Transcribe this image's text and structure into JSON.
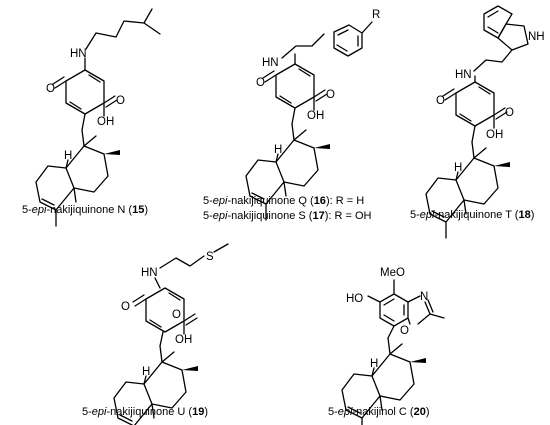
{
  "atoms": {
    "O": "O",
    "OH": "OH",
    "HN": "HN",
    "NH": "NH",
    "N": "N",
    "S": "S",
    "R": "R",
    "MeO": "MeO",
    "HO": "HO"
  },
  "compounds": [
    {
      "pre": "5-",
      "epi": "epi",
      "name": "-nakijiquinone N (",
      "num": "15",
      "post": ")"
    },
    {
      "pre": "5-",
      "epi": "epi",
      "name": "-nakijiquinone Q (",
      "num": "16",
      "post": "): R = H"
    },
    {
      "pre": "5-",
      "epi": "epi",
      "name": "-nakijiquinone S (",
      "num": "17",
      "post": "): R = OH"
    },
    {
      "pre": "5-",
      "epi": "epi",
      "name": "-nakijiquinone T (",
      "num": "18",
      "post": ")"
    },
    {
      "pre": "5-",
      "epi": "epi",
      "name": "-nakijiquinone U (",
      "num": "19",
      "post": ")"
    },
    {
      "pre": "5-",
      "epi": "epi",
      "name": "-nakijinol C (",
      "num": "20",
      "post": ")"
    }
  ]
}
